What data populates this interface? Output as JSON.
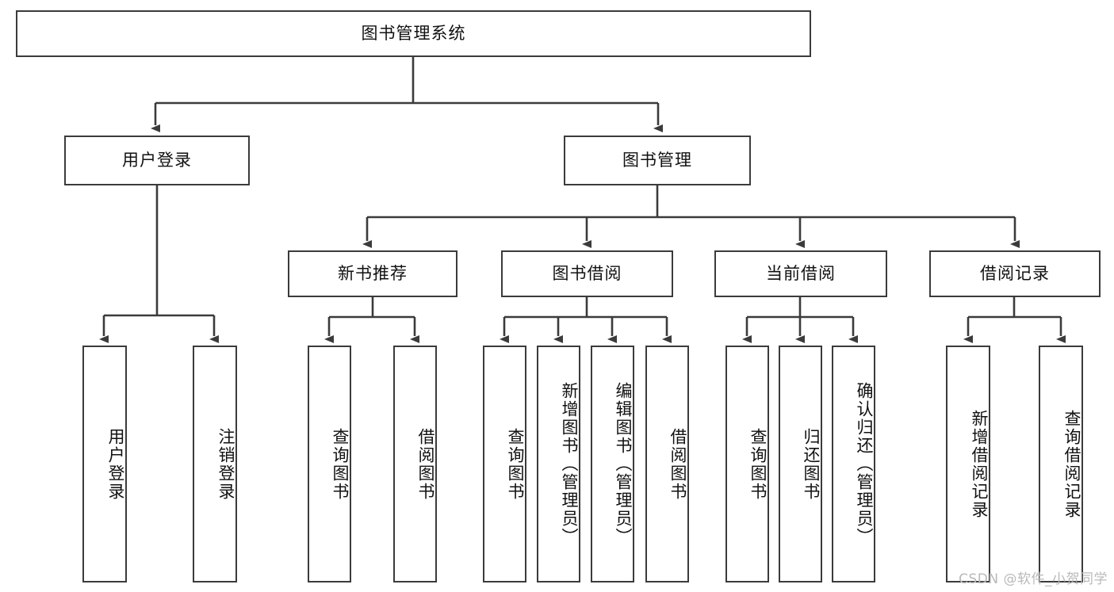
{
  "diagram": {
    "title": "图书管理系统",
    "type": "tree-hierarchy",
    "background_color": "#ffffff",
    "box_border_color": "#3b3b3b",
    "connector_color": "#3b3b3b",
    "root": {
      "label": "图书管理系统",
      "orientation": "horizontal"
    },
    "level2": [
      {
        "label": "用户登录",
        "orientation": "horizontal"
      },
      {
        "label": "图书管理",
        "orientation": "horizontal"
      }
    ],
    "level3": [
      {
        "label": "新书推荐",
        "orientation": "horizontal"
      },
      {
        "label": "图书借阅",
        "orientation": "horizontal"
      },
      {
        "label": "当前借阅",
        "orientation": "horizontal"
      },
      {
        "label": "借阅记录",
        "orientation": "horizontal"
      }
    ],
    "leaves": {
      "user_login": [
        {
          "label": "用户登录"
        },
        {
          "label": "注销登录"
        }
      ],
      "new_book_recommend": [
        {
          "label": "查询图书"
        },
        {
          "label": "借阅图书"
        }
      ],
      "book_borrow": [
        {
          "label": "查询图书"
        },
        {
          "label": "新增图书（管理员）"
        },
        {
          "label": "编辑图书（管理员）"
        },
        {
          "label": "借阅图书"
        }
      ],
      "current_borrow": [
        {
          "label": "查询图书"
        },
        {
          "label": "归还图书"
        },
        {
          "label": "确认归还（管理员）"
        }
      ],
      "borrow_record": [
        {
          "label": "新增借阅记录"
        },
        {
          "label": "查询借阅记录"
        }
      ]
    }
  },
  "watermark": {
    "text": "CSDN @软件_小贺同学"
  }
}
